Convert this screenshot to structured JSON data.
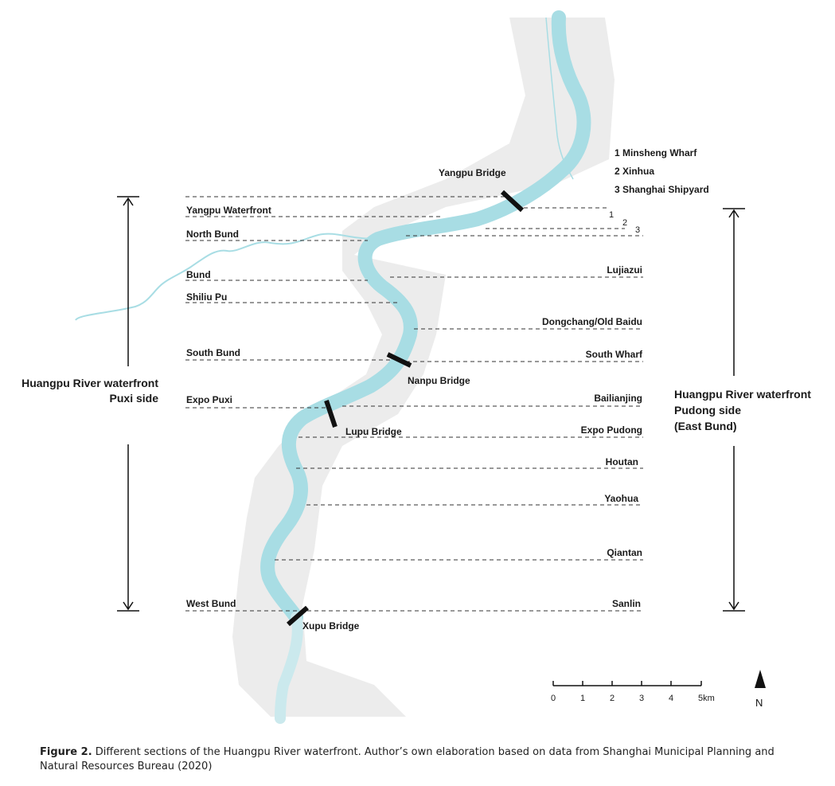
{
  "legend": {
    "items": [
      "1 Minsheng Wharf",
      "2 Xinhua",
      "3 Shanghai Shipyard"
    ],
    "markers": [
      "1",
      "2",
      "3"
    ]
  },
  "bridges": {
    "yangpu": "Yangpu Bridge",
    "nanpu": "Nanpu Bridge",
    "lupu": "Lupu Bridge",
    "xupu": "Xupu Bridge"
  },
  "puxi_sections": [
    "Yangpu Waterfront",
    "North Bund",
    "Bund",
    "Shiliu Pu",
    "South Bund",
    "Expo Puxi",
    "West Bund"
  ],
  "pudong_sections": [
    "Lujiazui",
    "Dongchang/Old Baidu",
    "South Wharf",
    "Bailianjing",
    "Expo Pudong",
    "Houtan",
    "Yaohua",
    "Qiantan",
    "Sanlin"
  ],
  "puxi_side": {
    "line1": "Huangpu River waterfront",
    "line2": "Puxi side"
  },
  "pudong_side": {
    "line1": "Huangpu River waterfront",
    "line2": "Pudong side",
    "line3": "(East Bund)"
  },
  "scale": {
    "ticks": [
      "0",
      "1",
      "2",
      "3",
      "4",
      "5km"
    ]
  },
  "north": "N",
  "caption": {
    "label": "Figure 2.",
    "text": " Different sections of the Huangpu River waterfront. Author’s own elaboration based on data from Shanghai Municipal Planning and Natural Resources Bureau (2020)"
  },
  "colors": {
    "river": "#a8dde4",
    "land": "#ececec",
    "bridge": "#111111",
    "dash": "#333333"
  }
}
